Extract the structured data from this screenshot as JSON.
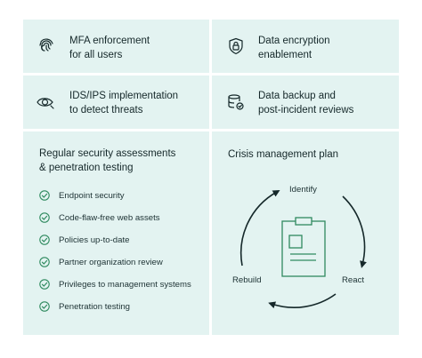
{
  "cards": {
    "mfa": {
      "label": "MFA enforcement\nfor all users",
      "icon": "fingerprint-icon"
    },
    "encryption": {
      "label": "Data encryption\nenablement",
      "icon": "shield-lock-icon"
    },
    "idsips": {
      "label": "IDS/IPS implementation\nto detect threats",
      "icon": "eye-scan-icon"
    },
    "backup": {
      "label": "Data backup and\npost-incident reviews",
      "icon": "database-sync-icon"
    }
  },
  "assessments": {
    "title": "Regular security assessments\n& penetration testing",
    "items": [
      "Endpoint security",
      "Code-flaw-free web assets",
      "Policies up-to-date",
      "Partner organization review",
      "Privileges to management systems",
      "Penetration testing"
    ],
    "check_icon": "check-circle-icon"
  },
  "crisis": {
    "title": "Crisis management plan",
    "cycle": {
      "identify": "Identify",
      "react": "React",
      "rebuild": "Rebuild"
    },
    "icon": "clipboard-icon"
  },
  "colors": {
    "card_bg": "#e3f3f1",
    "accent_green": "#2f8a5f",
    "dark": "#15282a"
  }
}
